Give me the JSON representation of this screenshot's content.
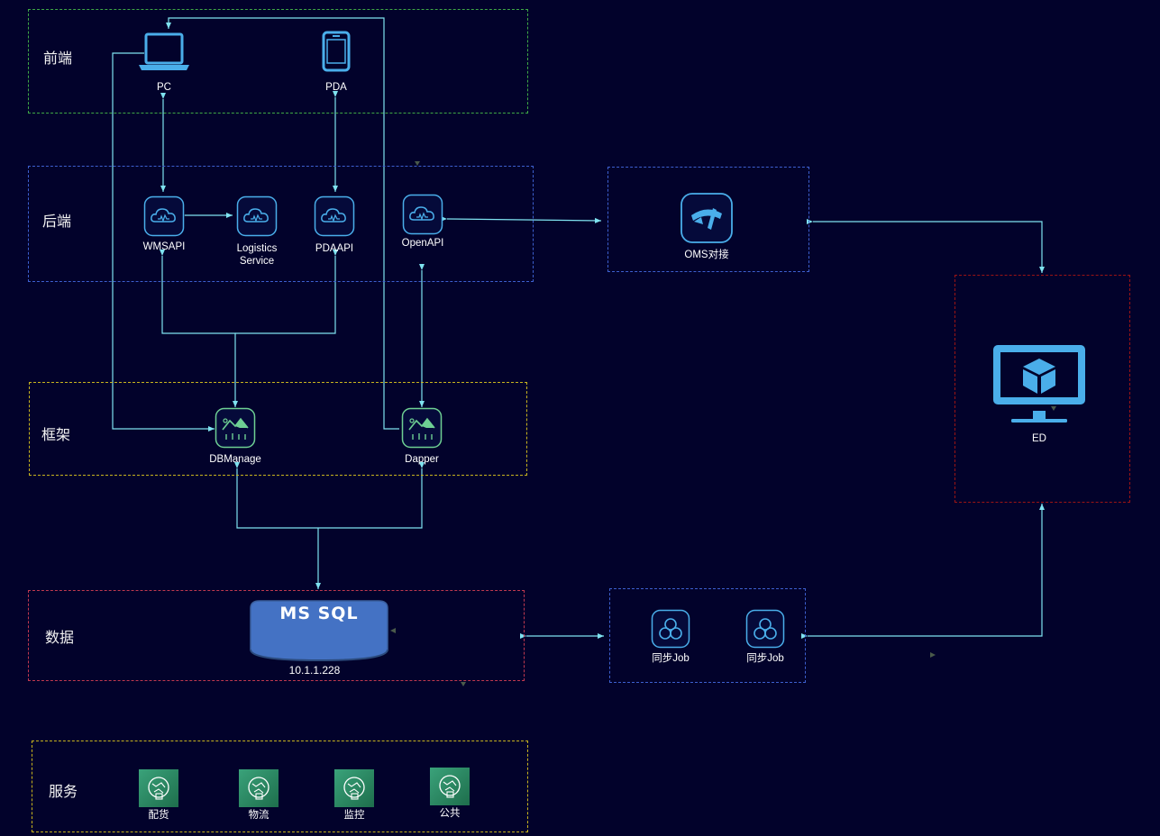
{
  "zones": {
    "frontend": "前端",
    "backend": "后端",
    "framework": "框架",
    "data": "数据",
    "service": "服务"
  },
  "frontend": {
    "pc": "PC",
    "pda": "PDA"
  },
  "backend": {
    "wmsapi": "WMSAPI",
    "logistics_line1": "Logistics",
    "logistics_line2": "Service",
    "pdaapi": "PDAAPI",
    "openapi": "OpenAPI"
  },
  "oms": {
    "label": "OMS对接"
  },
  "ed": {
    "label": "ED"
  },
  "framework": {
    "dbmanage": "DBManage",
    "dapper": "Dapper"
  },
  "data": {
    "db_title": "MS SQL",
    "db_ip": "10.1.1.228"
  },
  "sync": {
    "job1": "同步Job",
    "job2": "同步Job"
  },
  "services": {
    "s1": "配货",
    "s2": "物流",
    "s3": "监控",
    "s4": "公共"
  },
  "colors": {
    "background": "#02022b",
    "connector": "#7fe3f0",
    "frontend_border": "#3fa845",
    "backend_border": "#3d5fcf",
    "framework_border": "#c8b41e",
    "data_border": "#c0394f",
    "ed_border": "#9b1414",
    "service_border": "#c8b41e",
    "icon_blue": "#4aaeea",
    "database_fill": "#4472c4",
    "service_tile": "#2c8a5e"
  }
}
